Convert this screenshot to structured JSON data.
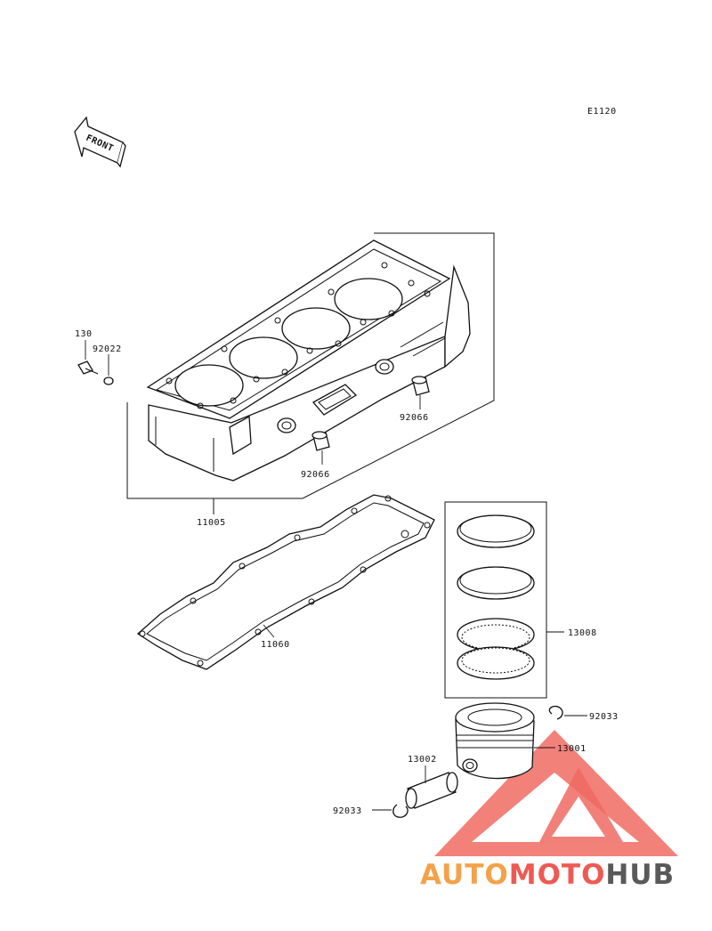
{
  "diagram": {
    "code": "E1120",
    "front_label": "FRONT",
    "parts": {
      "bolt": "130",
      "washer": "92022",
      "cylinder": "11005",
      "plug_right": "92066",
      "plug_left": "92066",
      "gasket": "11060",
      "ring_set": "13008",
      "piston": "13001",
      "piston_pin": "13002",
      "circlip_right": "92033",
      "circlip_left": "92033"
    }
  },
  "watermark": {
    "part1": "AUTO",
    "part2": "MOTO",
    "part3": "HUB",
    "color_orange": "#f3a24a",
    "color_red": "#ee5a52",
    "color_dark": "#5a5a5a"
  }
}
